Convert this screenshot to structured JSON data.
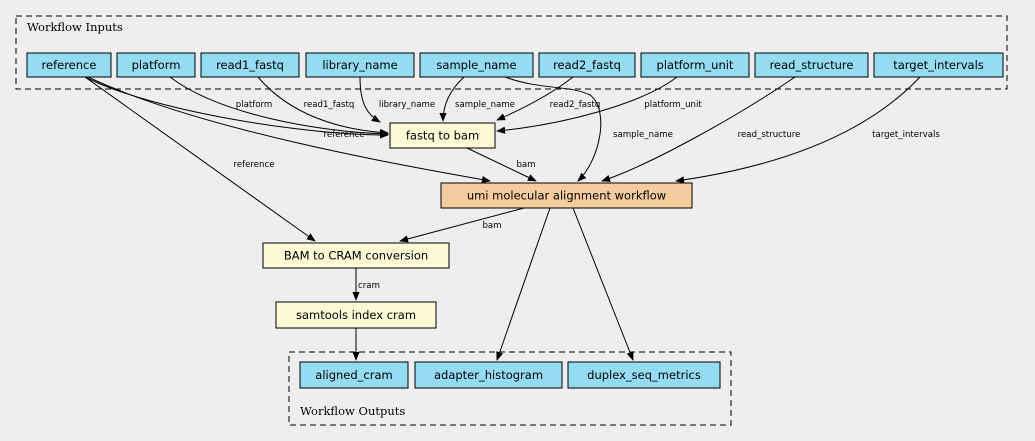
{
  "clusters": {
    "inputs_title": "Workflow Inputs",
    "outputs_title": "Workflow Outputs"
  },
  "colors": {
    "input_output": "#94dcf2",
    "task": "#fcfad4",
    "subworkflow": "#f3cd9d",
    "background": "#eeeeee"
  },
  "nodes": {
    "reference": "reference",
    "platform": "platform",
    "read1_fastq": "read1_fastq",
    "library_name": "library_name",
    "sample_name": "sample_name",
    "read2_fastq": "read2_fastq",
    "platform_unit": "platform_unit",
    "read_structure": "read_structure",
    "target_intervals": "target_intervals",
    "fastq_to_bam": "fastq to bam",
    "umi_workflow": "umi molecular alignment workflow",
    "bam_to_cram": "BAM to CRAM conversion",
    "samtools_index": "samtools index cram",
    "aligned_cram": "aligned_cram",
    "adapter_histogram": "adapter_histogram",
    "duplex_seq_metrics": "duplex_seq_metrics"
  },
  "edges": [
    {
      "from": "reference",
      "to": "fastq to bam",
      "label": "reference"
    },
    {
      "from": "platform",
      "to": "fastq to bam",
      "label": "platform"
    },
    {
      "from": "read1_fastq",
      "to": "fastq to bam",
      "label": "read1_fastq"
    },
    {
      "from": "library_name",
      "to": "fastq to bam",
      "label": "library_name"
    },
    {
      "from": "sample_name",
      "to": "fastq to bam",
      "label": "sample_name"
    },
    {
      "from": "read2_fastq",
      "to": "fastq to bam",
      "label": "read2_fastq"
    },
    {
      "from": "platform_unit",
      "to": "fastq to bam",
      "label": "platform_unit"
    },
    {
      "from": "sample_name",
      "to": "umi molecular alignment workflow",
      "label": "sample_name"
    },
    {
      "from": "fastq to bam",
      "to": "umi molecular alignment workflow",
      "label": "bam"
    },
    {
      "from": "reference",
      "to": "umi molecular alignment workflow",
      "label": ""
    },
    {
      "from": "read_structure",
      "to": "umi molecular alignment workflow",
      "label": "read_structure"
    },
    {
      "from": "target_intervals",
      "to": "umi molecular alignment workflow",
      "label": "target_intervals"
    },
    {
      "from": "reference",
      "to": "BAM to CRAM conversion",
      "label": "reference"
    },
    {
      "from": "umi molecular alignment workflow",
      "to": "BAM to CRAM conversion",
      "label": "bam"
    },
    {
      "from": "BAM to CRAM conversion",
      "to": "samtools index cram",
      "label": "cram"
    },
    {
      "from": "samtools index cram",
      "to": "aligned_cram",
      "label": ""
    },
    {
      "from": "umi molecular alignment workflow",
      "to": "adapter_histogram",
      "label": ""
    },
    {
      "from": "umi molecular alignment workflow",
      "to": "duplex_seq_metrics",
      "label": ""
    }
  ]
}
